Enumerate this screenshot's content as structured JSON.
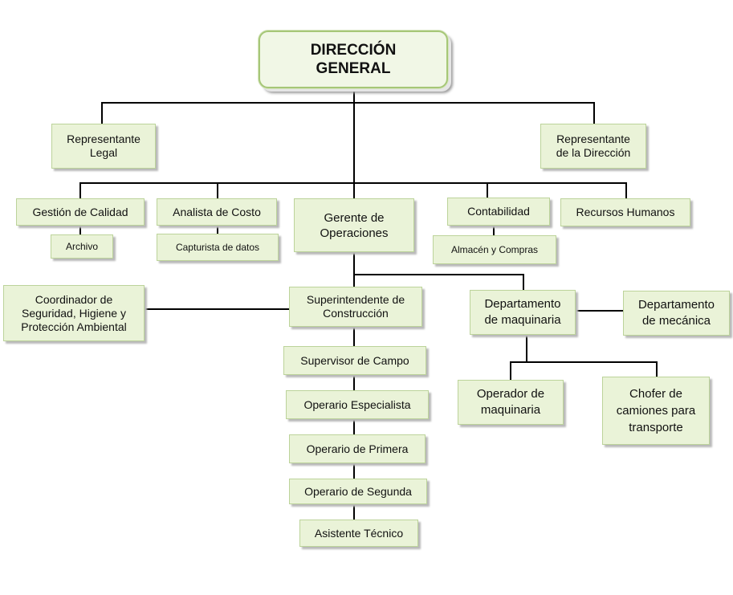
{
  "nodes": {
    "direccion_general": "DIRECCIÓN\nGENERAL",
    "representante_legal": "Representante\nLegal",
    "representante_direccion": "Representante\nde la Dirección",
    "gestion_calidad": "Gestión de Calidad",
    "archivo": "Archivo",
    "analista_costo": "Analista de Costo",
    "capturista_datos": "Capturista de datos",
    "gerente_operaciones": "Gerente de\nOperaciones",
    "contabilidad": "Contabilidad",
    "almacen_compras": "Almacén y Compras",
    "recursos_humanos": "Recursos Humanos",
    "coordinador_seguridad": "Coordinador de\nSeguridad, Higiene y\nProtección Ambiental",
    "superintendente_construccion": "Superintendente de\nConstrucción",
    "departamento_maquinaria": "Departamento\nde maquinaria",
    "departamento_mecanica": "Departamento\nde mecánica",
    "supervisor_campo": "Supervisor de Campo",
    "operario_especialista": "Operario Especialista",
    "operario_primera": "Operario de Primera",
    "operario_segunda": "Operario de Segunda",
    "asistente_tecnico": "Asistente Técnico",
    "operador_maquinaria": "Operador de\nmaquinaria",
    "chofer_camiones": "Chofer de\ncamiones para\ntransporte"
  },
  "colors": {
    "box_fill": "#eaf3d8",
    "box_border": "#bcd39a",
    "connector": "#000000"
  }
}
